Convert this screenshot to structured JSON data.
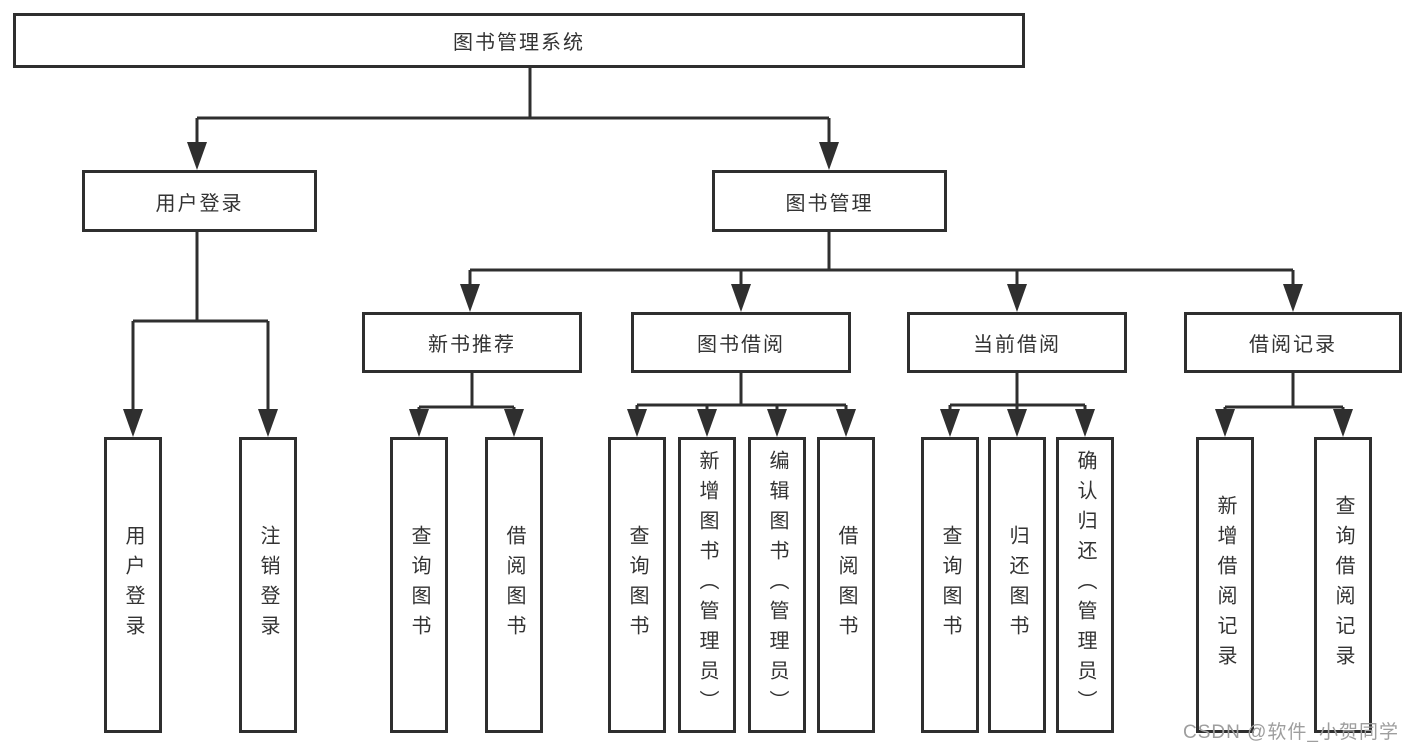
{
  "diagram": {
    "title": "图书管理系统",
    "root": {
      "label": "图书管理系统"
    },
    "level2": [
      {
        "id": "user-login",
        "label": "用户登录"
      },
      {
        "id": "book-management",
        "label": "图书管理"
      }
    ],
    "level3": [
      {
        "id": "new-book-recommend",
        "label": "新书推荐"
      },
      {
        "id": "book-borrow",
        "label": "图书借阅"
      },
      {
        "id": "current-borrow",
        "label": "当前借阅"
      },
      {
        "id": "borrow-records",
        "label": "借阅记录"
      }
    ],
    "leaves": {
      "user_login": [
        "用户登录",
        "注销登录"
      ],
      "new_book_recommend": [
        "查询图书",
        "借阅图书"
      ],
      "book_borrow": [
        "查询图书",
        "新增图书（管理员）",
        "编辑图书（管理员）",
        "借阅图书"
      ],
      "current_borrow": [
        "查询图书",
        "归还图书",
        "确认归还（管理员）"
      ],
      "borrow_records": [
        "新增借阅记录",
        "查询借阅记录"
      ]
    },
    "watermark": "CSDN @软件_小贺同学",
    "colors": {
      "line": "#2f2f2f",
      "box_border": "#2f2f2f",
      "text": "#333333",
      "watermark": "#9e9e9e",
      "background": "#ffffff"
    }
  }
}
